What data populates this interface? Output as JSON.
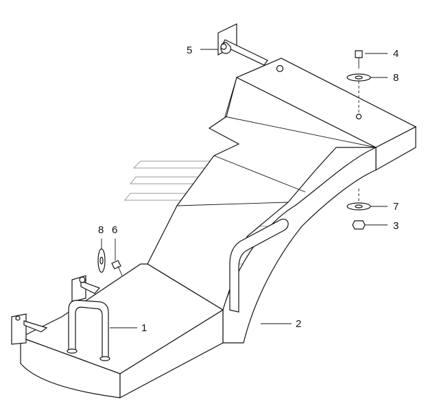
{
  "diagram": {
    "callouts": {
      "c1": "1",
      "c2": "2",
      "c3": "3",
      "c4": "4",
      "c5": "5",
      "c6": "6",
      "c7": "7",
      "c8_top": "8",
      "c8_left": "8"
    },
    "parts": [
      {
        "id": "1",
        "name": "grab-handle"
      },
      {
        "id": "2",
        "name": "fender-panel"
      },
      {
        "id": "3",
        "name": "nut"
      },
      {
        "id": "4",
        "name": "bolt"
      },
      {
        "id": "5",
        "name": "mounting-bracket-tube"
      },
      {
        "id": "6",
        "name": "bolt"
      },
      {
        "id": "7",
        "name": "washer"
      },
      {
        "id": "8",
        "name": "washer"
      }
    ],
    "colors": {
      "line": "#111111",
      "watermark": "#9a9a9a"
    }
  }
}
